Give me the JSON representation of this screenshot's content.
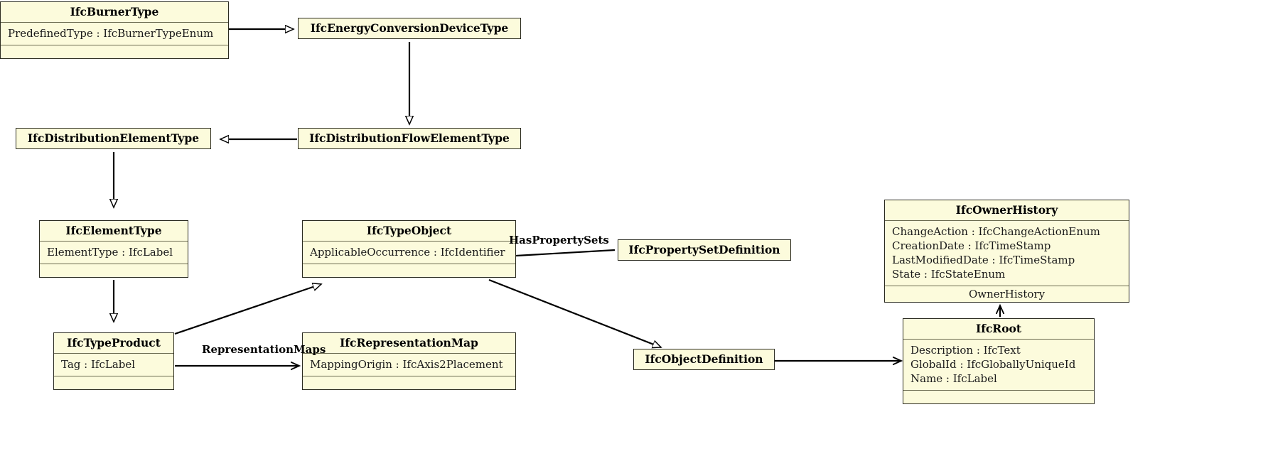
{
  "diagram": {
    "kind": "uml-class-diagram",
    "title": "IFC Burner Type Inheritance Diagram",
    "colors": {
      "box_fill": "#fcfbdc",
      "box_border": "#2b2b20",
      "compartment_rule": "#6b6b50",
      "edge": "#000000",
      "background": "#ffffff"
    }
  },
  "classes": [
    {
      "id": "IfcBurnerType",
      "name": "IfcBurnerType",
      "attributes": [
        "PredefinedType : IfcBurnerTypeEnum"
      ],
      "operations": [],
      "has_ops_compartment": true
    },
    {
      "id": "IfcEnergyConversionDeviceType",
      "name": "IfcEnergyConversionDeviceType",
      "attributes": [],
      "operations": [],
      "has_ops_compartment": false
    },
    {
      "id": "IfcDistributionElementType",
      "name": "IfcDistributionElementType",
      "attributes": [],
      "operations": [],
      "has_ops_compartment": false
    },
    {
      "id": "IfcDistributionFlowElementType",
      "name": "IfcDistributionFlowElementType",
      "attributes": [],
      "operations": [],
      "has_ops_compartment": false
    },
    {
      "id": "IfcElementType",
      "name": "IfcElementType",
      "attributes": [
        "ElementType : IfcLabel"
      ],
      "operations": [],
      "has_ops_compartment": true
    },
    {
      "id": "IfcTypeObject",
      "name": "IfcTypeObject",
      "attributes": [
        "ApplicableOccurrence : IfcIdentifier"
      ],
      "operations": [],
      "has_ops_compartment": true
    },
    {
      "id": "IfcPropertySetDefinition",
      "name": "IfcPropertySetDefinition",
      "attributes": [],
      "operations": [],
      "has_ops_compartment": false
    },
    {
      "id": "IfcOwnerHistory",
      "name": "IfcOwnerHistory",
      "attributes": [
        "ChangeAction : IfcChangeActionEnum",
        "CreationDate : IfcTimeStamp",
        "LastModifiedDate : IfcTimeStamp",
        "State : IfcStateEnum"
      ],
      "operations": [
        "OwnerHistory"
      ],
      "has_ops_compartment": true
    },
    {
      "id": "IfcTypeProduct",
      "name": "IfcTypeProduct",
      "attributes": [
        "Tag : IfcLabel"
      ],
      "operations": [],
      "has_ops_compartment": true
    },
    {
      "id": "IfcRepresentationMap",
      "name": "IfcRepresentationMap",
      "attributes": [
        "MappingOrigin : IfcAxis2Placement"
      ],
      "operations": [],
      "has_ops_compartment": true
    },
    {
      "id": "IfcObjectDefinition",
      "name": "IfcObjectDefinition",
      "attributes": [],
      "operations": [],
      "has_ops_compartment": false
    },
    {
      "id": "IfcRoot",
      "name": "IfcRoot",
      "attributes": [
        "Description : IfcText",
        "GlobalId : IfcGloballyUniqueId",
        "Name : IfcLabel"
      ],
      "operations": [],
      "has_ops_compartment": true
    }
  ],
  "edges": [
    {
      "id": "e1",
      "from": "IfcBurnerType",
      "to": "IfcEnergyConversionDeviceType",
      "type": "generalization",
      "label": ""
    },
    {
      "id": "e2",
      "from": "IfcEnergyConversionDeviceType",
      "to": "IfcDistributionFlowElementType",
      "type": "generalization",
      "label": ""
    },
    {
      "id": "e3",
      "from": "IfcDistributionFlowElementType",
      "to": "IfcDistributionElementType",
      "type": "generalization",
      "label": ""
    },
    {
      "id": "e4",
      "from": "IfcDistributionElementType",
      "to": "IfcElementType",
      "type": "generalization",
      "label": ""
    },
    {
      "id": "e5",
      "from": "IfcElementType",
      "to": "IfcTypeProduct",
      "type": "generalization",
      "label": ""
    },
    {
      "id": "e6",
      "from": "IfcTypeProduct",
      "to": "IfcTypeObject",
      "type": "generalization",
      "label": ""
    },
    {
      "id": "e7",
      "from": "IfcTypeObject",
      "to": "IfcPropertySetDefinition",
      "type": "association",
      "label": "HasPropertySets"
    },
    {
      "id": "e8",
      "from": "IfcTypeObject",
      "to": "IfcObjectDefinition",
      "type": "generalization",
      "label": ""
    },
    {
      "id": "e9",
      "from": "IfcTypeProduct",
      "to": "IfcRepresentationMap",
      "type": "association",
      "label": "RepresentationMaps"
    },
    {
      "id": "e10",
      "from": "IfcObjectDefinition",
      "to": "IfcRoot",
      "type": "generalization",
      "label": ""
    },
    {
      "id": "e11",
      "from": "IfcRoot",
      "to": "IfcOwnerHistory",
      "type": "association",
      "label": ""
    }
  ],
  "edge_labels": [
    {
      "id": "lbl-haspropertysets",
      "text": "HasPropertySets"
    },
    {
      "id": "lbl-representationmaps",
      "text": "RepresentationMaps"
    }
  ]
}
